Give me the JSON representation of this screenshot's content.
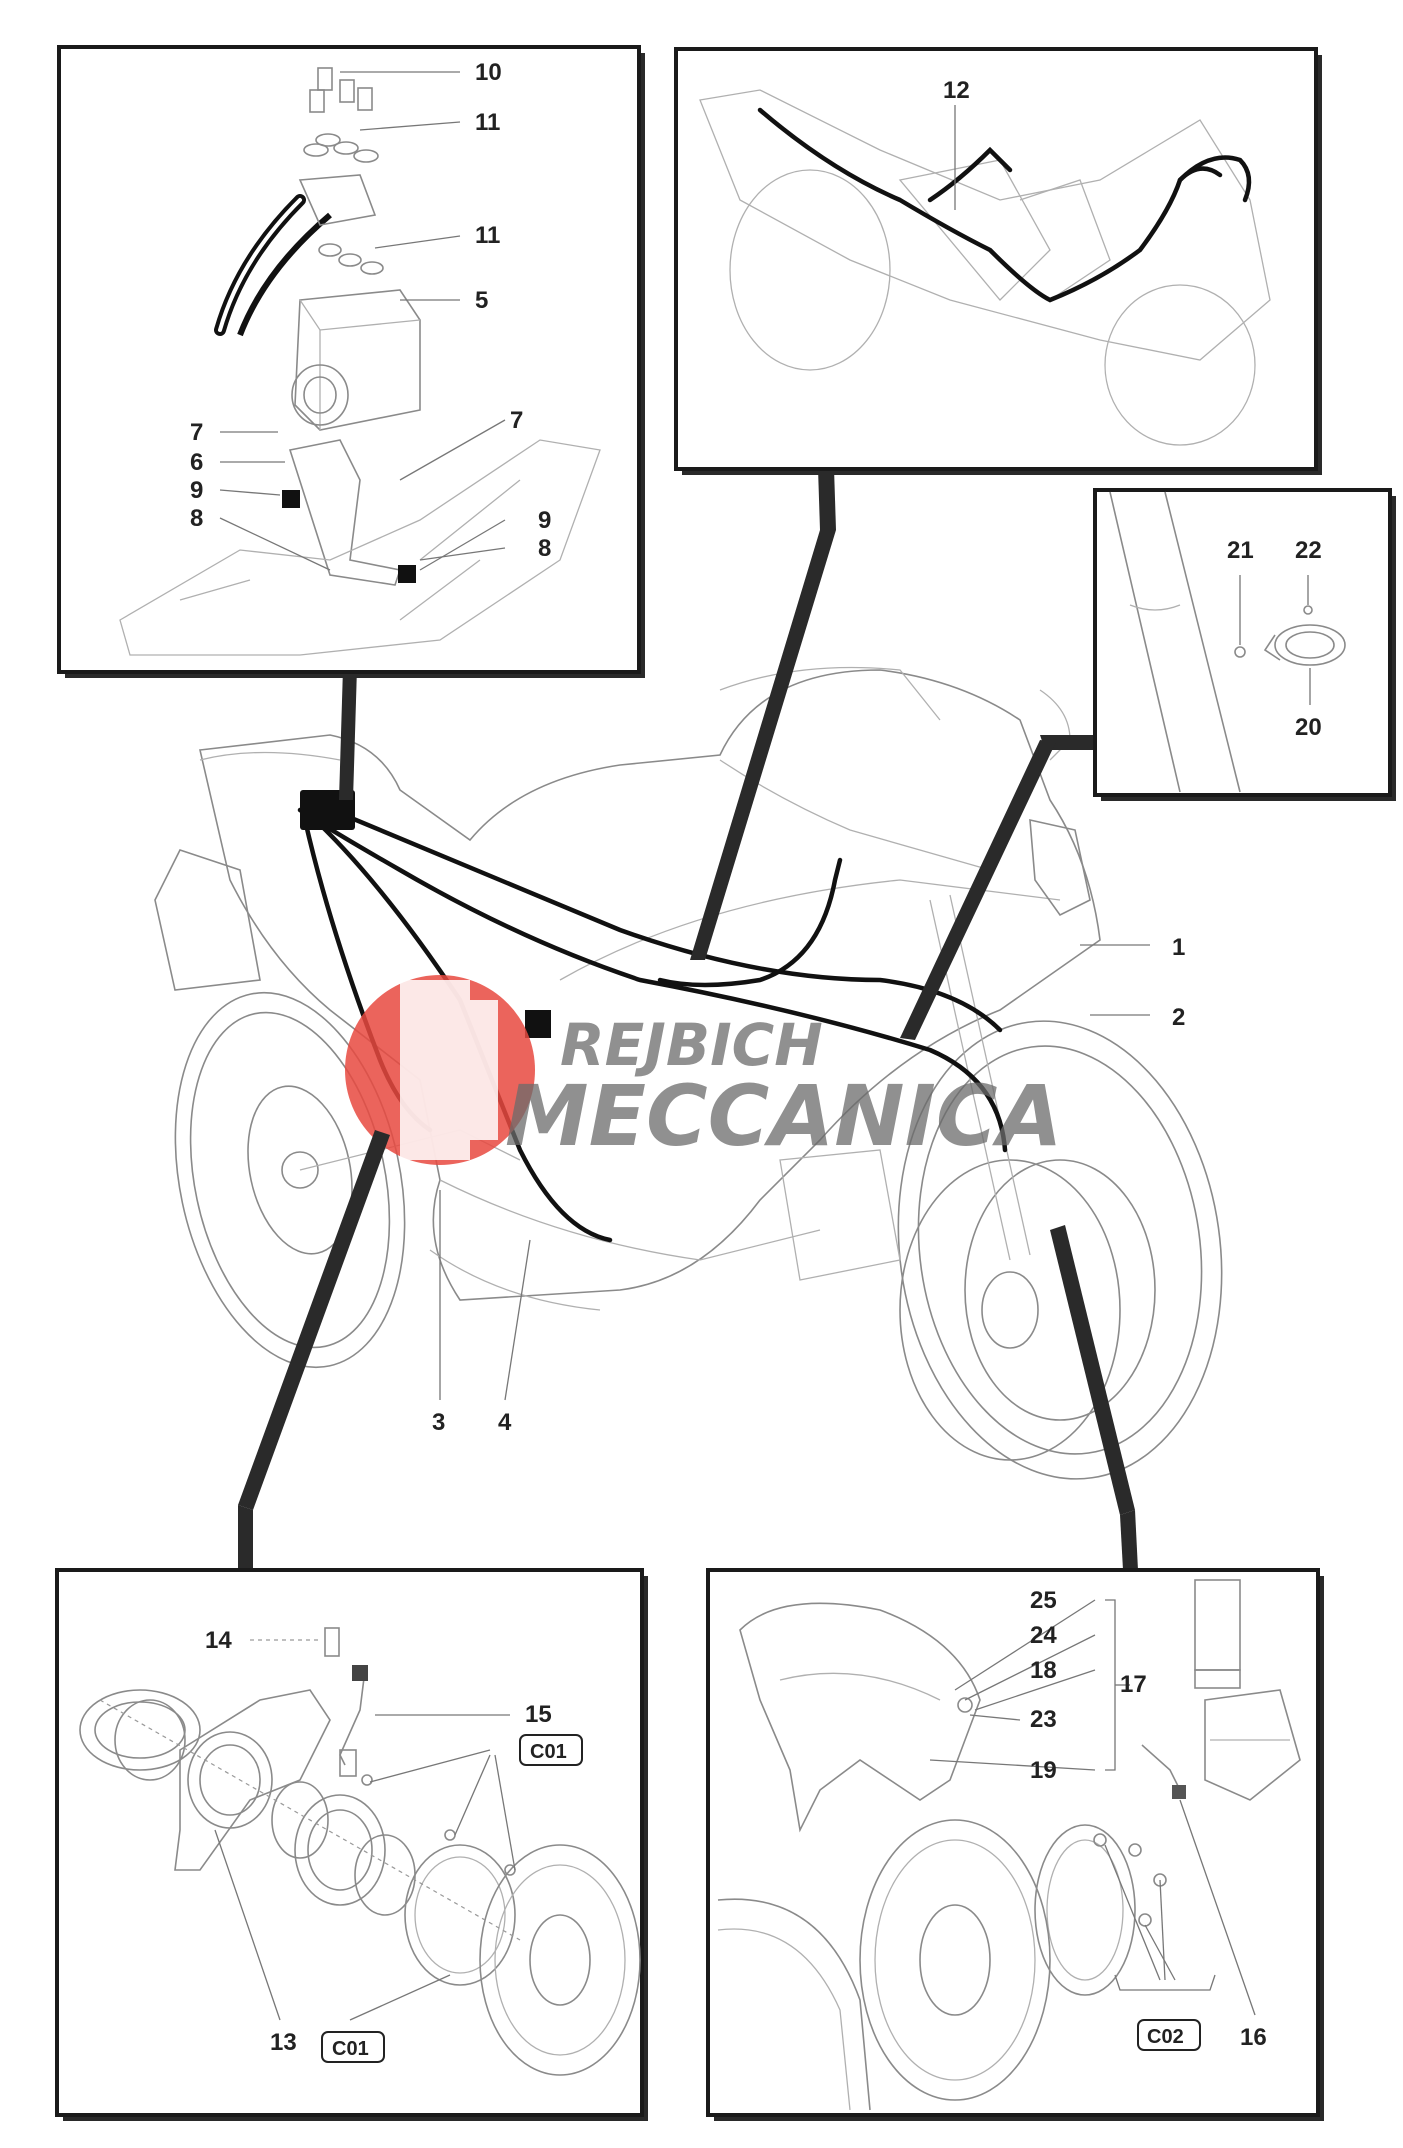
{
  "labels": {
    "main": [
      "1",
      "2",
      "3",
      "4"
    ],
    "abs_unit": [
      "10",
      "11",
      "11",
      "5",
      "7",
      "6",
      "9",
      "8",
      "7",
      "9",
      "8"
    ],
    "harness": [
      "12"
    ],
    "clamp": [
      "21",
      "22",
      "20"
    ],
    "rear": [
      "14",
      "15",
      "13"
    ],
    "front": [
      "25",
      "24",
      "18",
      "17",
      "23",
      "19",
      "16"
    ]
  },
  "codes": {
    "rear_top": "C01",
    "rear_bottom": "C01",
    "front": "C02"
  },
  "watermark": {
    "line1": "REJBICH",
    "line2": "MECCANICA",
    "logo_color": "#e8493f"
  },
  "colors": {
    "frame": "#1a1a1a",
    "cable": "#111111",
    "linework": "#8a8a8a"
  }
}
